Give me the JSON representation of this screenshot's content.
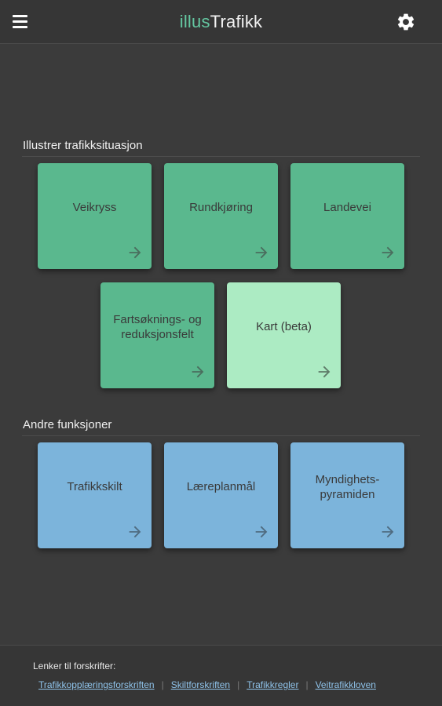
{
  "header": {
    "title_part1": "illus",
    "title_part2": "Trafikk",
    "menu_icon": "hamburger-menu-icon",
    "settings_icon": "gear-icon"
  },
  "colors": {
    "accent": "#64c7a1",
    "card_green": "#5ab88e",
    "card_light_green": "#acebc3",
    "card_blue": "#7cb4db",
    "background": "#3b3b3b"
  },
  "section_illustrate": {
    "title": "Illustrer trafikksituasjon",
    "cards": [
      {
        "label": "Veikryss"
      },
      {
        "label": "Rundkjøring"
      },
      {
        "label": "Landevei"
      },
      {
        "label": "Fartsøknings- og\nreduksjonsfelt"
      },
      {
        "label": "Kart (beta)"
      }
    ]
  },
  "section_other": {
    "title": "Andre funksjoner",
    "cards": [
      {
        "label": "Trafikkskilt"
      },
      {
        "label": "Læreplanmål"
      },
      {
        "label": "Myndighets-\npyramiden"
      }
    ]
  },
  "footer": {
    "heading": "Lenker til forskrifter:",
    "links": [
      "Trafikkopplæringsforskriften",
      "Skiltforskriften",
      "Trafikkregler",
      "Veitrafikkloven"
    ],
    "separator": "|"
  }
}
